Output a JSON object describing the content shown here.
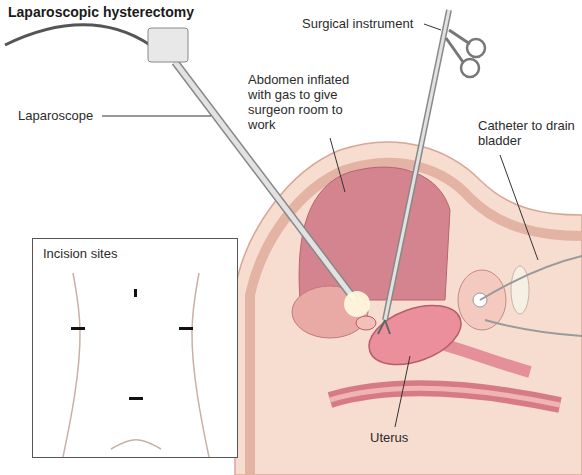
{
  "diagram": {
    "title": "Laparoscopic hysterectomy",
    "nodes": [
      {
        "text": [
          "Incision sites"
        ]
      }
    ],
    "labels": [
      "Surgical instrument",
      "Laparoscope",
      "Abdomen inflated with gas to give surgeon room to work",
      "Catheter to drain bladder",
      "Uterus"
    ]
  }
}
